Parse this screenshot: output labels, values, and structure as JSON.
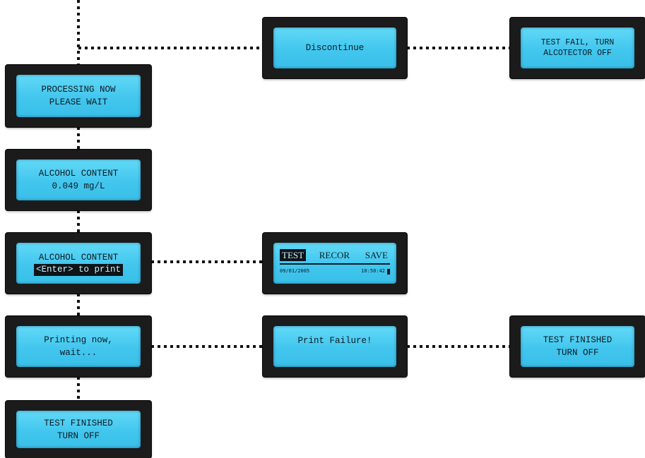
{
  "screens": {
    "discontinue": {
      "lines": [
        "Discontinue"
      ]
    },
    "test_fail": {
      "lines": [
        "TEST FAIL, TURN",
        "ALCOTECTOR OFF"
      ]
    },
    "processing": {
      "lines": [
        "PROCESSING NOW",
        "PLEASE WAIT"
      ]
    },
    "alcohol_content": {
      "lines": [
        "ALCOHOL CONTENT",
        "0.049 mg/L"
      ]
    },
    "alcohol_print": {
      "line1": "ALCOHOL CONTENT",
      "line2": "<Enter> to print"
    },
    "menu": {
      "items": [
        "TEST",
        "RECOR",
        "SAVE"
      ],
      "selected_item": "TEST",
      "date": "09/01/2005",
      "time": "10:50:42"
    },
    "printing": {
      "lines": [
        "Printing now,",
        "wait..."
      ]
    },
    "print_failure": {
      "lines": [
        "Print Failure!"
      ]
    },
    "finished_right": {
      "lines": [
        "TEST FINISHED",
        "TURN OFF"
      ]
    },
    "finished_bottom": {
      "lines": [
        "TEST FINISHED",
        "TURN OFF"
      ]
    }
  },
  "colors": {
    "lcd_screen": "#42c6ee",
    "lcd_bezel": "#1b1b1b",
    "connector": "#111111",
    "inverted_bg": "#0e1418"
  },
  "icons": {
    "battery": "battery-icon"
  }
}
